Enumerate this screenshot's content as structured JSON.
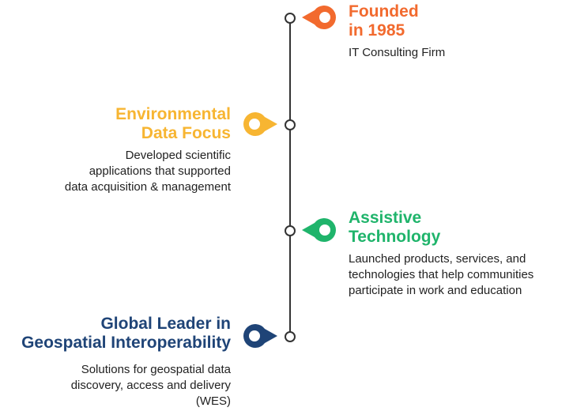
{
  "colors": {
    "line": "#333333",
    "orange": "#f26a2e",
    "yellow": "#f7b532",
    "green": "#1fb46b",
    "navy": "#1f4477"
  },
  "milestones": [
    {
      "title_lines": [
        "Founded",
        "in 1985"
      ],
      "desc_lines": [
        "IT Consulting Firm"
      ],
      "color": "orange",
      "side": "right",
      "icon": "map-pin-icon"
    },
    {
      "title_lines": [
        "Environmental",
        "Data Focus"
      ],
      "desc_lines": [
        "Developed scientific",
        "applications that supported",
        "data acquisition & management"
      ],
      "color": "yellow",
      "side": "left",
      "icon": "map-pin-icon"
    },
    {
      "title_lines": [
        "Assistive",
        "Technology"
      ],
      "desc_lines": [
        "Launched products, services, and",
        "technologies that help communities",
        "participate in work and education"
      ],
      "color": "green",
      "side": "right",
      "icon": "map-pin-icon"
    },
    {
      "title_lines": [
        "Global Leader in",
        "Geospatial Interoperability"
      ],
      "desc_lines": [
        "Solutions for geospatial data",
        "discovery, access and delivery",
        "(WES)"
      ],
      "color": "navy",
      "side": "left",
      "icon": "map-pin-icon"
    }
  ]
}
